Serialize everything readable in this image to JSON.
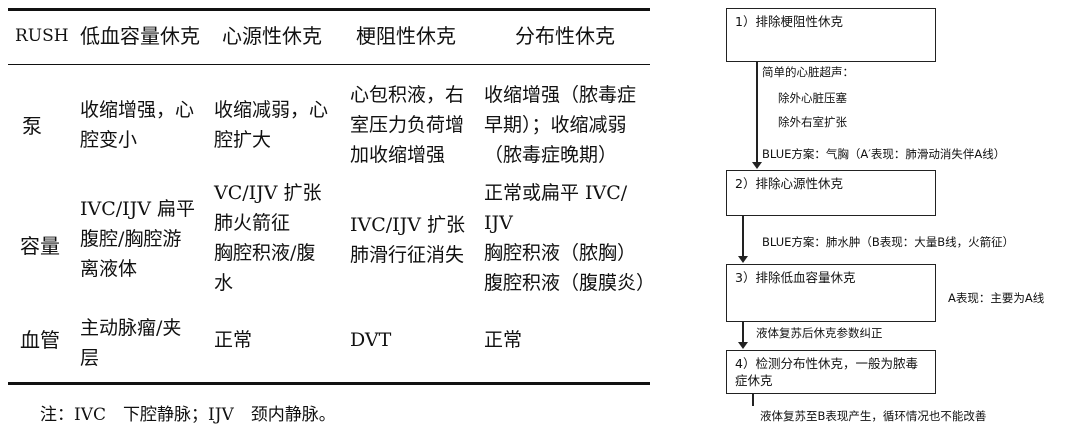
{
  "table": {
    "headers": [
      "RUSH",
      "低血容量休克",
      "心源性休克",
      "梗阻性休克",
      "分布性休克"
    ],
    "rows": [
      {
        "label": "泵",
        "cells": [
          "收缩增强，心\n腔变小",
          "收缩减弱，心\n腔扩大",
          "心包积液，右\n室压力负荷增\n加收缩增强",
          "收缩增强（脓毒症\n早期）；收缩减弱\n（脓毒症晚期）"
        ]
      },
      {
        "label": "容量",
        "cells": [
          "IVC/IJV 扁平\n腹腔/胸腔游\n离液体",
          "VC/IJV 扩张\n肺火箭征\n胸腔积液/腹\n水",
          "IVC/IJV 扩张\n肺滑行征消失",
          "正常或扁平 IVC/\nIJV\n胸腔积液（脓胸）\n腹腔积液（腹膜炎）"
        ]
      },
      {
        "label": "血管",
        "cells": [
          "主动脉瘤/夹\n层",
          "正常",
          "DVT",
          "正常"
        ]
      }
    ],
    "note": "注：IVC　下腔静脉；IJV　颈内静脉。"
  },
  "flow": {
    "steps": [
      "1）排除梗阻性休克",
      "2）排除心源性休克",
      "3）排除低血容量休克",
      "4）检测分布性休克，一般为脓毒\n症休克"
    ],
    "step1_notes": [
      "简单的心脏超声：",
      "除外心脏压塞",
      "除外右室扩张"
    ],
    "blue_pneumothorax": "BLUE方案：气胸（A′表现：肺滑动消失伴A线）",
    "blue_edema": "BLUE方案：肺水肿（B表现：大量B线，火箭征）",
    "a_profile": "A表现：主要为A线",
    "fluid_corrected": "液体复苏后休克参数纠正",
    "fluid_b": "液体复苏至B表现产生，循环情况也不能改善"
  }
}
